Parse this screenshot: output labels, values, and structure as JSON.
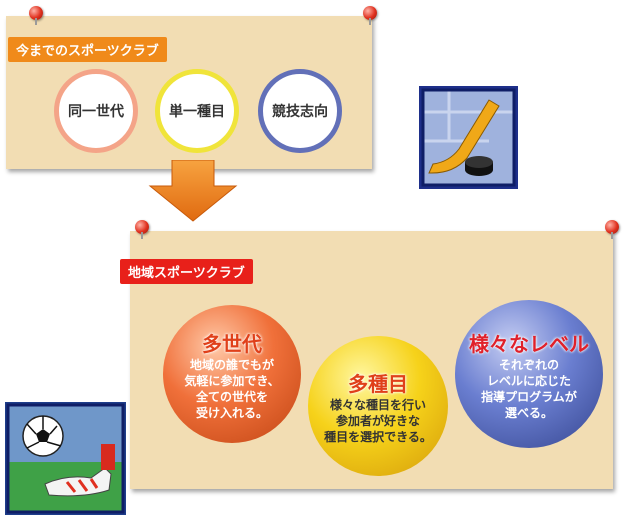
{
  "top_board": {
    "tag_label": "今までのスポーツクラブ",
    "circles": [
      {
        "label": "同一世代"
      },
      {
        "label": "単一種目"
      },
      {
        "label": "競技志向"
      }
    ]
  },
  "bottom_board": {
    "tag_label": "地域スポーツクラブ",
    "bubbles": [
      {
        "heading": "多世代",
        "lines": [
          "地域の誰でもが",
          "気軽に参加でき、",
          "全ての世代を",
          "受け入れる。"
        ]
      },
      {
        "heading": "多種目",
        "lines": [
          "様々な種目を行い",
          "参加者が好きな",
          "種目を選択できる。"
        ]
      },
      {
        "heading": "様々なレベル",
        "lines": [
          "それぞれの",
          "レベルに応じた",
          "指導プログラムが",
          "選べる。"
        ]
      }
    ]
  },
  "colors": {
    "board": "#f2ddb3",
    "tag_orange": "#f08a1a",
    "tag_red": "#e8201a",
    "pin": "#e0301e",
    "arrow": "#f08a1a",
    "ring_1": "#f4a488",
    "ring_2": "#f0e43a",
    "ring_3": "#6270b8"
  },
  "icons": {
    "arrow": "down-arrow-icon",
    "hockey": "ice-hockey-illustration",
    "soccer": "soccer-kick-illustration"
  }
}
